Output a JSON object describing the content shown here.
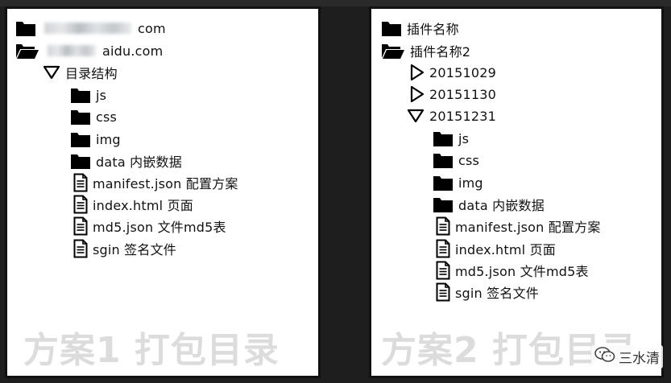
{
  "left_panel": {
    "site_a_suffix": "com",
    "site_b_suffix": "aidu.com",
    "dir_label": "目录结构",
    "items": {
      "js": "js",
      "css": "css",
      "img": "img",
      "data": "data 内嵌数据",
      "manifest": "manifest.json 配置方案",
      "index": "index.html 页面",
      "md5": "md5.json 文件md5表",
      "sgin": "sgin 签名文件"
    },
    "caption": "方案1 打包目录"
  },
  "right_panel": {
    "plugin_a": "插件名称",
    "plugin_b": "插件名称2",
    "date_1": "20151029",
    "date_2": "20151130",
    "date_3": "20151231",
    "items": {
      "js": "js",
      "css": "css",
      "img": "img",
      "data": "data 内嵌数据",
      "manifest": "manifest.json 配置方案",
      "index": "index.html 页面",
      "md5": "md5.json 文件md5表",
      "sgin": "sgin 签名文件"
    },
    "caption": "方案2 打包目录"
  },
  "watermark": {
    "text": "三水清",
    "icon": "wechat-icon"
  },
  "icons": {
    "folder": "folder-icon",
    "open_folder": "folder-open-icon",
    "file": "file-icon",
    "expand": "triangle-down-icon",
    "collapse": "triangle-right-icon"
  }
}
